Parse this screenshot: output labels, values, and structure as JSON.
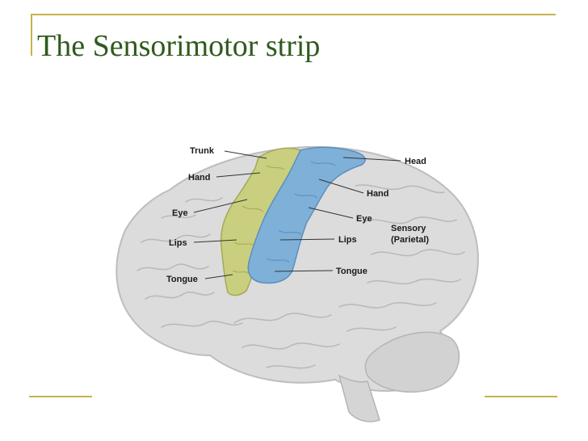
{
  "slide": {
    "title": "The Sensorimotor strip"
  },
  "diagram": {
    "motor_labels": [
      "Trunk",
      "Hand",
      "Eye",
      "Lips",
      "Tongue"
    ],
    "sensory_labels": [
      "Head",
      "Hand",
      "Eye",
      "Lips",
      "Tongue"
    ],
    "region_label_line1": "Sensory",
    "region_label_line2": "(Parietal)",
    "colors": {
      "motor_strip": "#c9cf7e",
      "sensory_strip": "#7fb0d8",
      "brain": "#dcdcdc",
      "accent_rule": "#c8b24a",
      "title": "#2f5a1c"
    }
  }
}
